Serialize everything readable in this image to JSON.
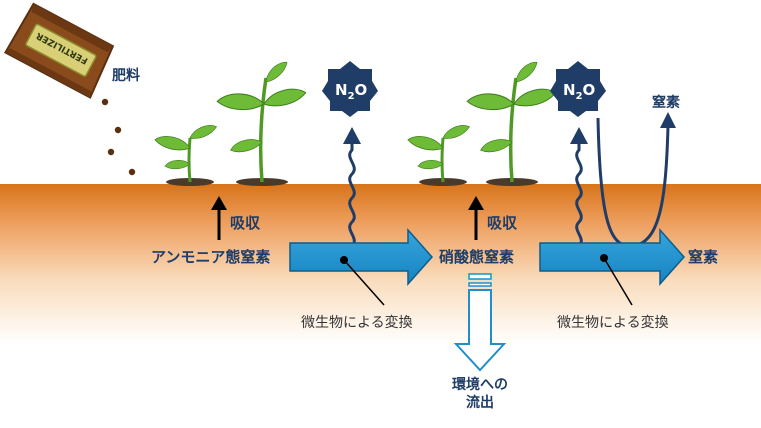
{
  "labels": {
    "fertilizer": "肥料",
    "bag_text": "FERTILIZER",
    "absorb_1": "吸収",
    "absorb_2": "吸収",
    "ammonium": "アンモニア態窒素",
    "nitrate": "硝酸態窒素",
    "nitrogen_out": "窒素",
    "nitrogen_gas": "窒素",
    "microbe_1": "微生物による変換",
    "microbe_2": "微生物による変換",
    "leach_1": "環境への",
    "leach_2": "流出",
    "n2o_1": {
      "base": "N",
      "sub": "2",
      "tail": "O"
    },
    "n2o_2": {
      "base": "N",
      "sub": "2",
      "tail": "O"
    }
  },
  "colors": {
    "soil_top": "#e07f22",
    "soil_mid": "#f4c28a",
    "arrow_fill": "#1e8fcc",
    "arrow_stroke": "#0d5d8e",
    "dark_blue": "#1f3d66",
    "plant_green": "#5fae2e",
    "plant_dark": "#3f7f1c"
  },
  "icons": [
    "fertilizer-bag-icon",
    "seedling-icon",
    "n2o-badge-icon"
  ]
}
